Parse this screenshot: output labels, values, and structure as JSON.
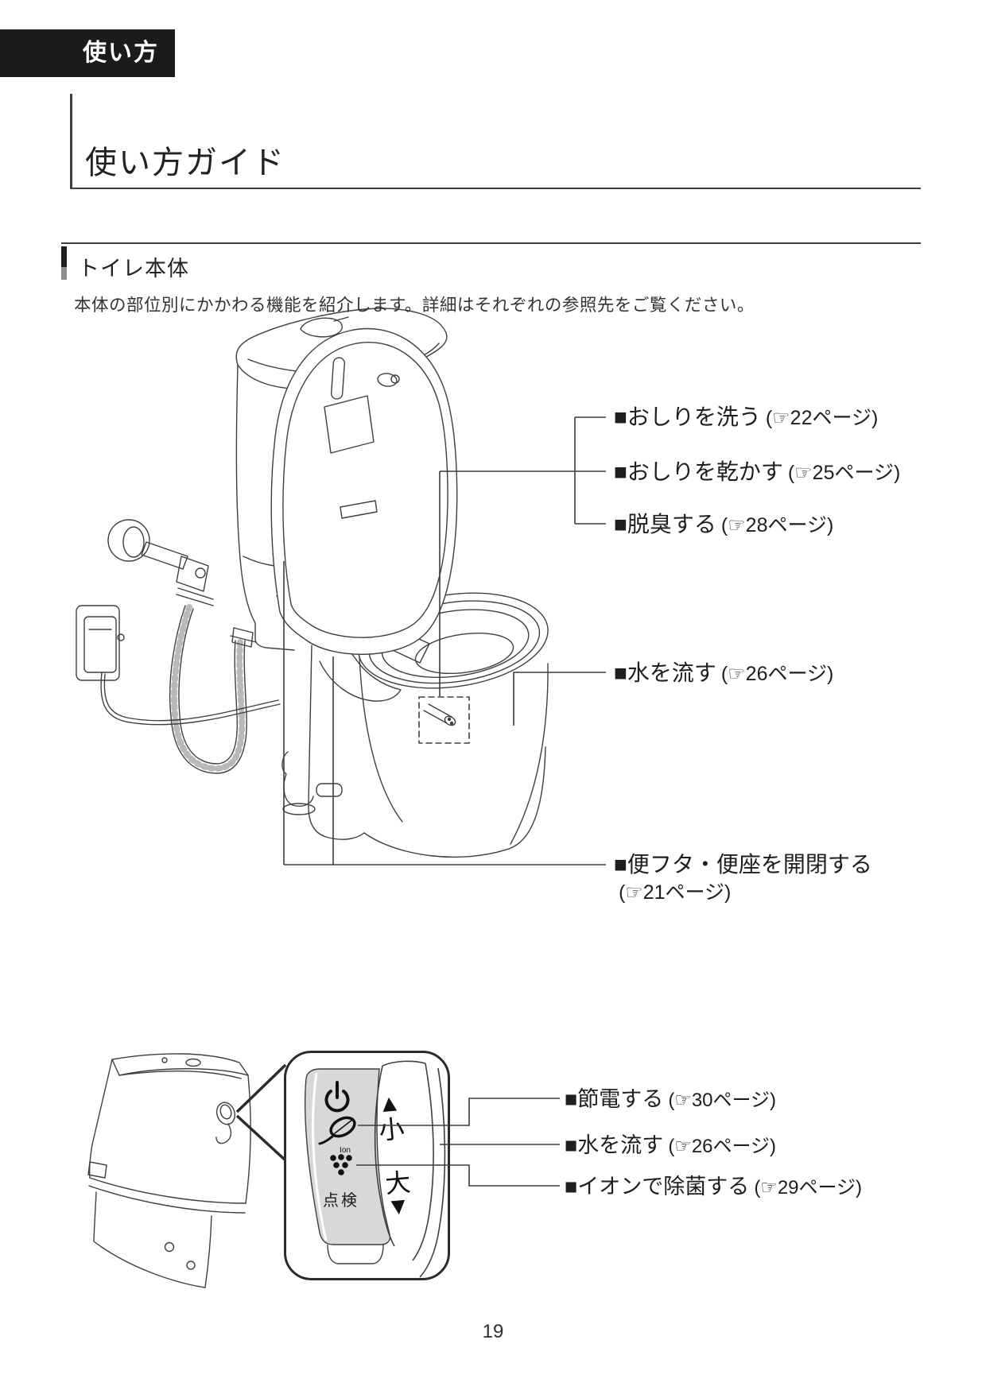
{
  "page": {
    "category_badge": "使い方",
    "title": "使い方ガイド",
    "section_title": "トイレ本体",
    "intro": "本体の部位別にかかわる機能を紹介します。詳細はそれぞれの参照先をご覧ください。",
    "page_number": "19"
  },
  "main_diagram": {
    "description": "line drawing of toilet with tank, open lid, bowl, water supply hose and plug",
    "callouts": [
      {
        "label": "■おしりを洗う",
        "ref": "(☞22ページ)"
      },
      {
        "label": "■おしりを乾かす",
        "ref": "(☞25ページ)"
      },
      {
        "label": "■脱臭する",
        "ref": "(☞28ページ)"
      },
      {
        "label": "■水を流す",
        "ref": "(☞26ページ)"
      },
      {
        "label": "■便フタ・便座を開閉する",
        "ref": "(☞21ページ)"
      }
    ]
  },
  "panel_diagram": {
    "description": "magnified view of side control panel with flush lever",
    "flush_up_arrow": "▲",
    "flush_small": "小",
    "flush_large": "大",
    "flush_down_arrow": "▼",
    "ion_label": "Ion",
    "inspection_label": "点検",
    "callouts": [
      {
        "label": "■節電する",
        "ref": "(☞30ページ)"
      },
      {
        "label": "■水を流す",
        "ref": "(☞26ページ)"
      },
      {
        "label": "■イオンで除菌する",
        "ref": "(☞29ページ)"
      }
    ]
  },
  "colors": {
    "badge_bg": "#1b1b1b",
    "panel_gray": "#d8d8d8",
    "line_art": "#3f3f3f",
    "text": "#2e2e2e"
  }
}
